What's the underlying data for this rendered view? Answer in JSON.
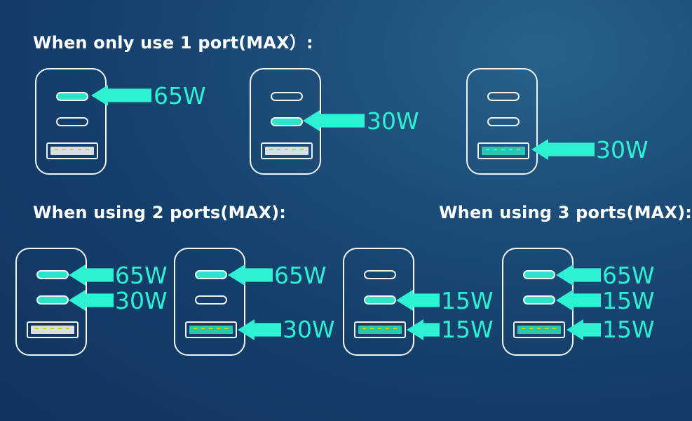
{
  "headings": {
    "one_port": "When only use 1 port(MAX）:",
    "two_ports": "When using 2 ports(MAX):",
    "three_ports": "When using 3 ports(MAX):"
  },
  "colors": {
    "background": "#143e6a",
    "accent": "#2ef0d2",
    "outline": "#f2f6fa"
  },
  "single_port": [
    {
      "port": "USB-C1",
      "watts": "65W"
    },
    {
      "port": "USB-C2",
      "watts": "30W"
    },
    {
      "port": "USB-A",
      "watts": "30W"
    }
  ],
  "two_ports": [
    {
      "c1": "65W",
      "c2": "30W"
    },
    {
      "c1": "65W",
      "a": "30W"
    },
    {
      "c2": "15W",
      "a": "15W"
    }
  ],
  "three_ports": {
    "c1": "65W",
    "c2": "15W",
    "a": "15W"
  }
}
